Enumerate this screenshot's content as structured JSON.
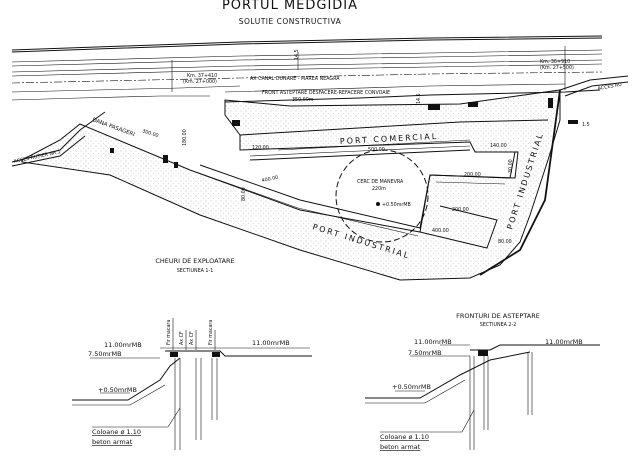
{
  "title": "PORTUL MEDGIDIA",
  "subtitle": "SOLUTIE CONSTRUCTIVA",
  "plan": {
    "km_left_1": "Km. 37+410",
    "km_left_2": "(Km. 27+000)",
    "km_right_1": "Km. 36+910",
    "km_right_2": "(Km. 27+500)",
    "axis_label": "AX CANAL DUNARE - MAREA NEAGRA",
    "front_label": "FRONT ASTEPTARE DESFACERE-REFACERE CONVOAIE",
    "front_length": "350,00m",
    "port_comercial": "PORT COMERCIAL",
    "port_industrial_bottom": "PORT INDUSTRIAL",
    "port_industrial_right": "PORT INDUSTRIAL",
    "dana_pasageri": "DANA PASAGERI",
    "acces_left": "ACCES RUTIER NR.1",
    "acces_right": "ACCES RU",
    "cerc_1": "CERC DE MANEVRA",
    "cerc_2": "220m",
    "level_center": "+0.50mrMB",
    "dims": {
      "d300": "300.00",
      "d180": "180.00",
      "d120": "120.00",
      "d500": "500.00",
      "d140": "140.00",
      "d200a": "200.00",
      "d200b": "200.00",
      "d400a": "400.00",
      "d400b": "400.00",
      "d80a": "80.00",
      "d80b": "80.00",
      "d30": "30.00"
    },
    "marks": {
      "m1": "14.5",
      "m2": "14.5",
      "m3": "1.5"
    }
  },
  "section1": {
    "title": "CHEURI DE EXPLOATARE",
    "subtitle": "SECTIUNEA 1-1",
    "lvl_top_left": "11.00mrMB",
    "lvl_top_right": "11.00mrMB",
    "lvl_mid": "7.50mrMB",
    "lvl_bottom": "+0.50mrMB",
    "col_1": "Coloane ø 1.10",
    "col_2": "beton armat",
    "fir_macara_1": "Fir macara",
    "fir_macara_2": "Fir macara",
    "ax_cf_1": "Ax CF",
    "ax_cf_2": "Ax CF"
  },
  "section2": {
    "title": "FRONTURI DE ASTEPTARE",
    "subtitle": "SECTIUNEA 2-2",
    "lvl_top_left": "11.00mrMB",
    "lvl_top_right": "11.00mrMB",
    "lvl_mid": "7.50mrMB",
    "lvl_bottom": "+0.50mrMB",
    "col_1": "Coloane ø 1.10",
    "col_2": "beton armat"
  }
}
